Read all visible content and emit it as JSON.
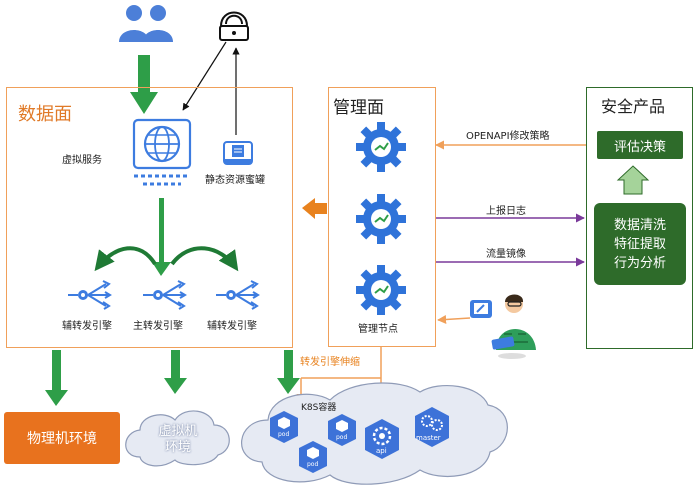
{
  "data_plane": {
    "title": "数据面",
    "virtual_service": "虚拟服务",
    "static_honeypot": "静态资源蜜罐",
    "aux_engine_left": "辅转发引擎",
    "main_engine": "主转发引擎",
    "aux_engine_right": "辅转发引擎"
  },
  "management_plane": {
    "title": "管理面",
    "node_label": "管理节点"
  },
  "security_product": {
    "title": "安全产品",
    "decision": "评估决策",
    "analysis_line1": "数据清洗",
    "analysis_line2": "特征提取",
    "analysis_line3": "行为分析"
  },
  "flows": {
    "openapi": "OPENAPI修改策略",
    "report_logs": "上报日志",
    "traffic_mirror": "流量镜像",
    "engine_scaling": "转发引擎伸缩"
  },
  "environments": {
    "physical": "物理机环境",
    "virtual_line1": "虚拟机",
    "virtual_line2": "环境",
    "k8s": "K8S容器"
  },
  "k8s_icons": {
    "pod": "pod",
    "api": "api",
    "master": "master"
  },
  "colors": {
    "orange": "#f0a05a",
    "orange_dark": "#e8821e",
    "green_dark": "#2e6b2a",
    "green_arrow": "#2e9e48",
    "blue": "#3d7ce0",
    "purple": "#7a3a9a",
    "physical_box": "#e8721e"
  }
}
